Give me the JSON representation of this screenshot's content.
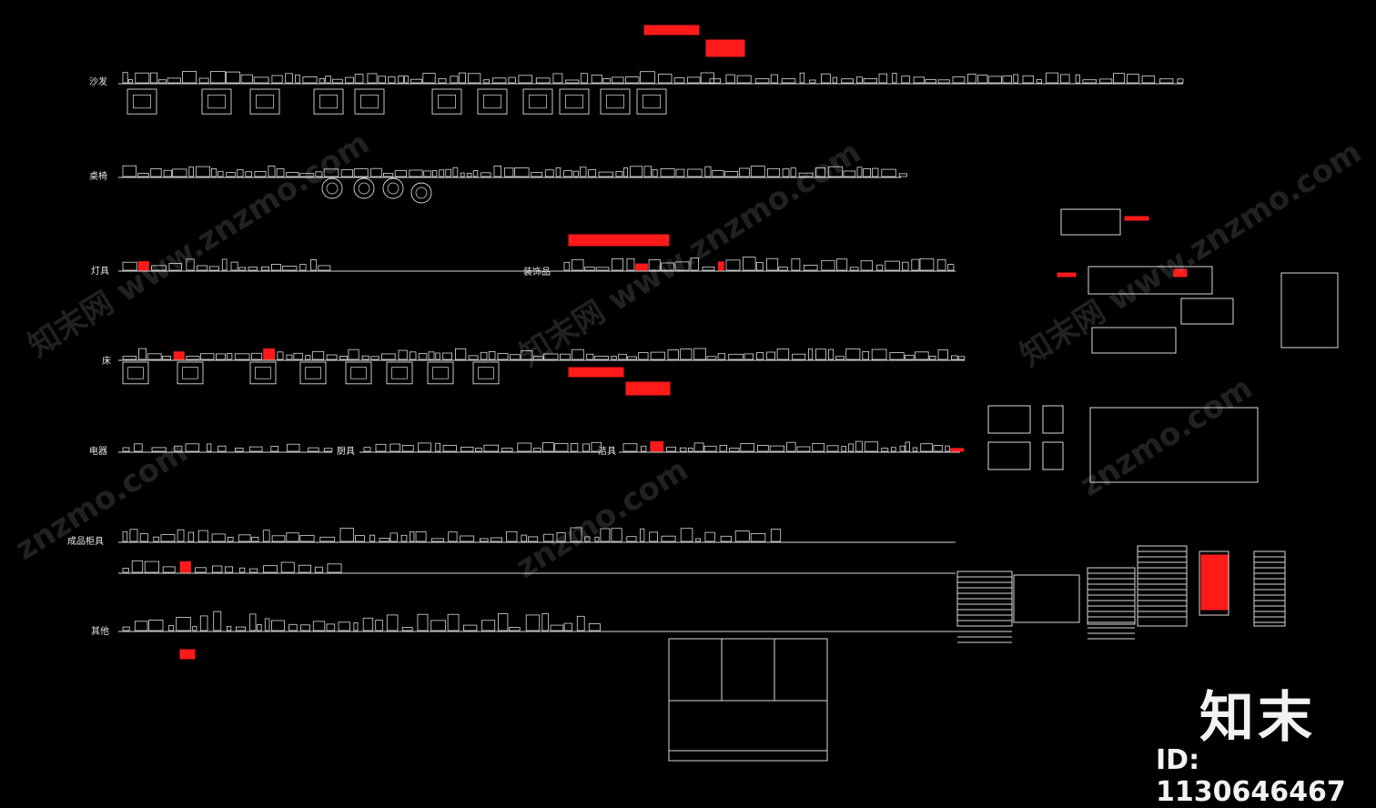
{
  "categories": {
    "sofa": "沙发",
    "table_chair": "桌椅",
    "lamps": "灯具",
    "decor": "装饰品",
    "bed": "床",
    "appliance": "电器",
    "kitchen": "厨具",
    "bath": "洁具",
    "finished_cabinet": "成品柜具",
    "other": "其他"
  },
  "watermark": {
    "brand": "知末",
    "id_text": "ID: 1130646467",
    "diagonal": [
      "知末网 www.znzmo.com",
      "知末网 www.znzmo.com",
      "知末网 www.znzmo.com",
      "znzmo.com",
      "znzmo.com",
      "znzmo.com"
    ]
  },
  "colors": {
    "background": "#000000",
    "line": "#d9d9d9",
    "highlight": "#ff1a1a"
  }
}
